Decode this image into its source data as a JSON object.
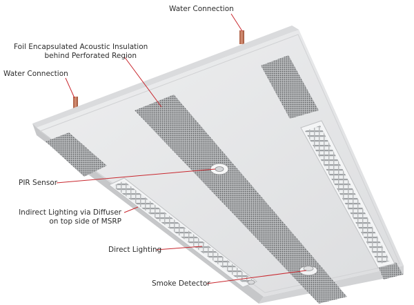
{
  "labels": {
    "water_connection_top": "Water Connection",
    "foil_insulation_line1": "Foil Encapsulated Acoustic Insulation",
    "foil_insulation_line2": "behind Perforated Region",
    "water_connection_left": "Water Connection",
    "pir_sensor": "PIR Sensor",
    "indirect_lighting_line1": "Indirect Lighting via Diffuser",
    "indirect_lighting_line2": "on top side of MSRP",
    "direct_lighting": "Direct Lighting",
    "smoke_detector": "Smoke Detector"
  },
  "colors": {
    "leader_line": "#c8252c",
    "panel_face": "#e4e5e6",
    "panel_edge": "#c9cacb",
    "perforated": "#8d8f91",
    "pipe": "#c27b5f"
  }
}
